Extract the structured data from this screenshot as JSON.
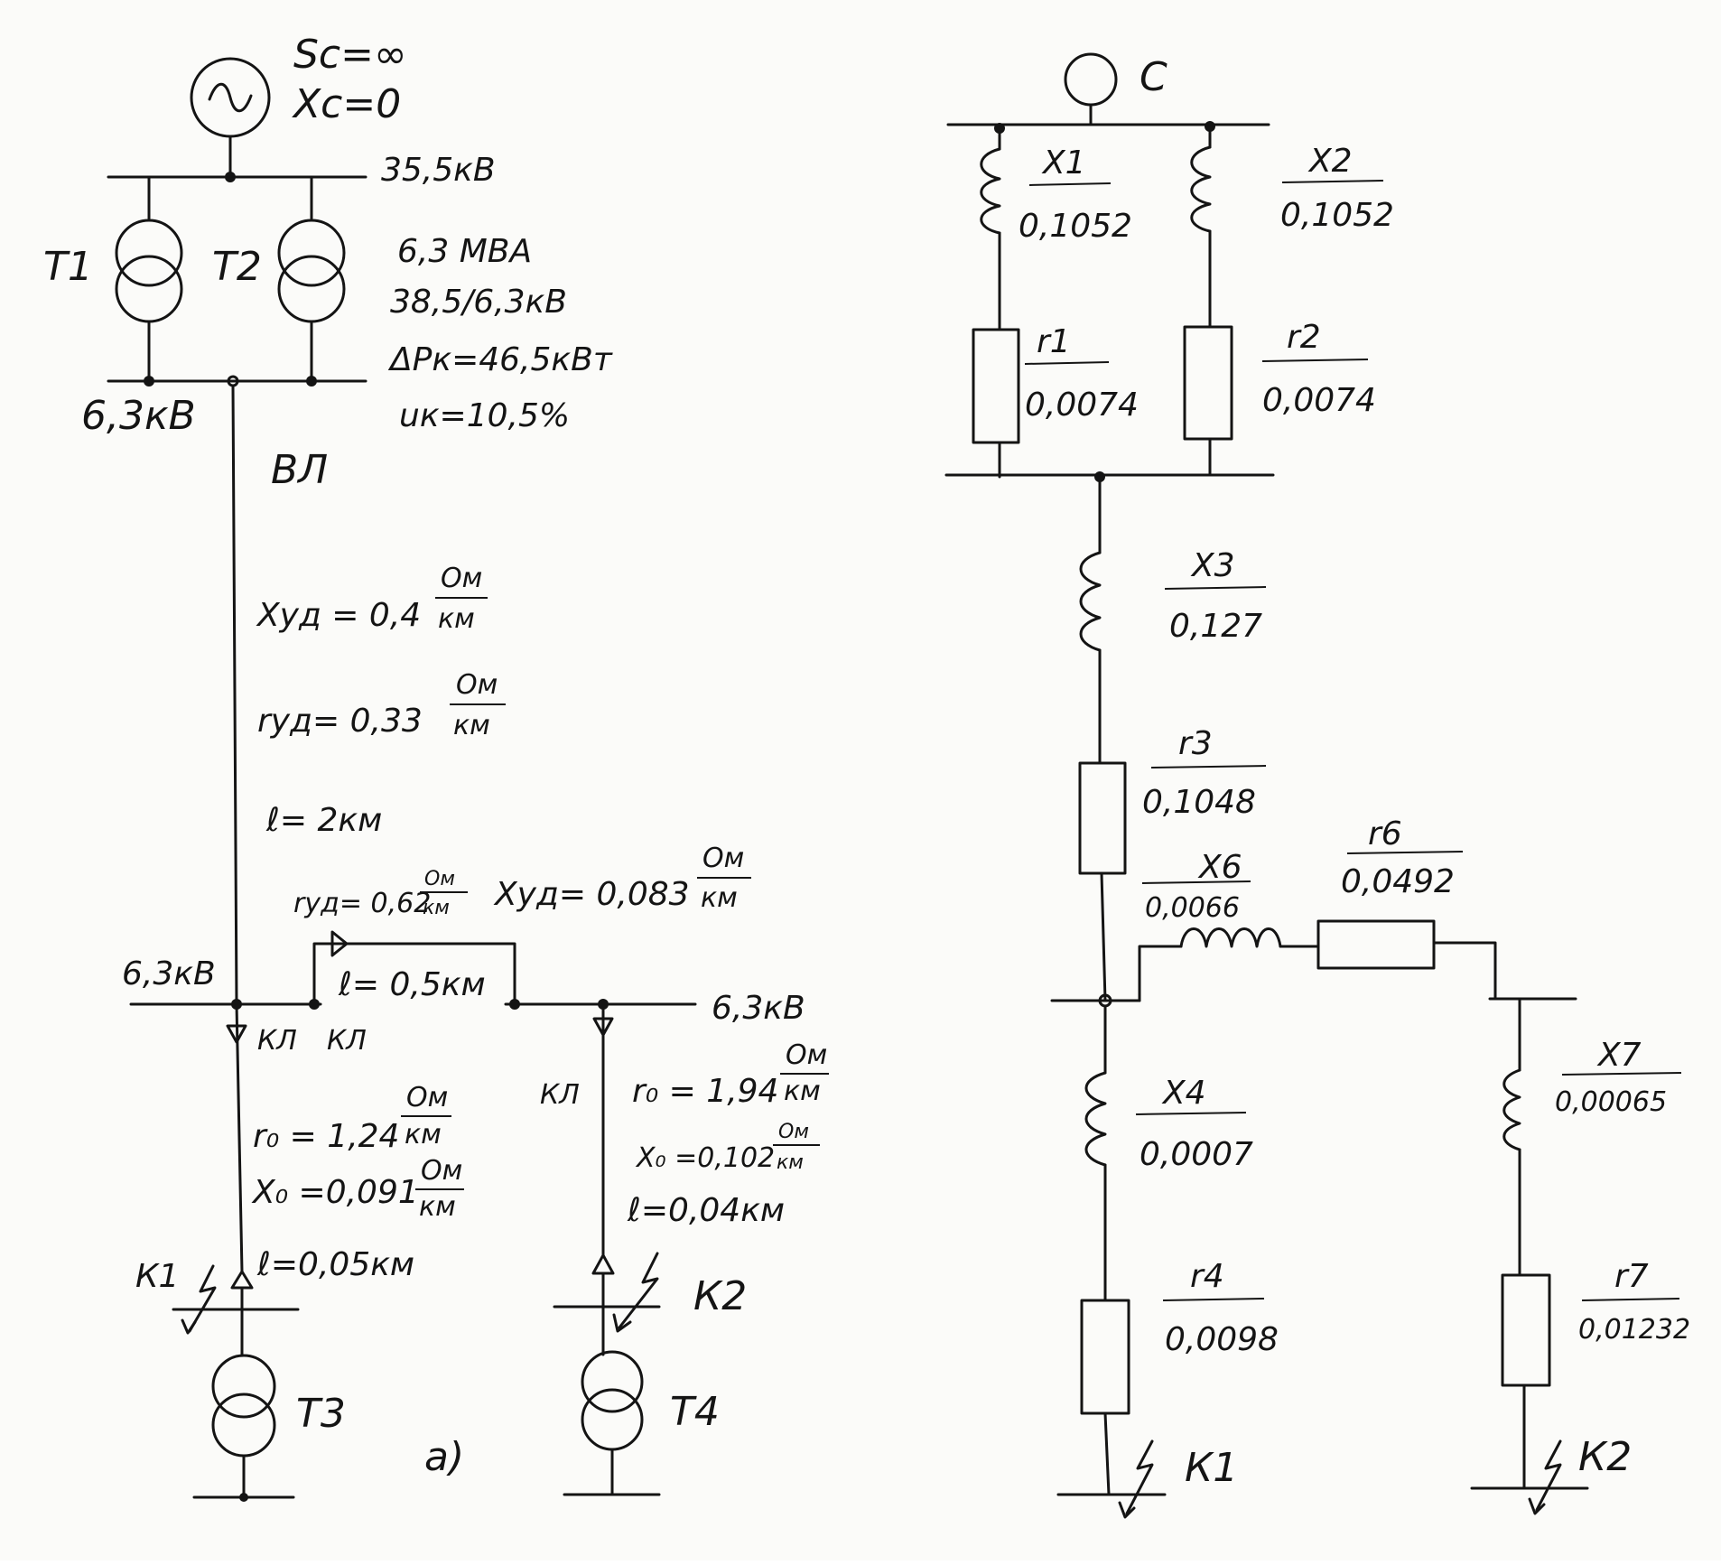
{
  "scheme_a": {
    "source": {
      "sc": "Sc=∞",
      "xc": "Xc=0"
    },
    "hv_bus_voltage": "35,5кВ",
    "transformers": {
      "t1": "T1",
      "t2": "T2",
      "rating": "6,3 МВА",
      "ratio": "38,5/6,3кВ",
      "dpk": "ΔPк=46,5кВт",
      "uk": "uк=10,5%"
    },
    "lv_bus_voltage": "6,3кВ",
    "overhead_line": {
      "label": "ВЛ",
      "x_ud": "Xуд = 0,4",
      "r_ud": "rуд= 0,33",
      "length": "ℓ= 2км",
      "unit_num": "Ом",
      "unit_den": "км"
    },
    "bus2_voltage": "6,3кВ",
    "cable_tie": {
      "r_ud": "rуд= 0,62",
      "x_ud": "Xуд= 0,083",
      "length": "ℓ= 0,5км",
      "unit_num": "Ом",
      "unit_den": "км"
    },
    "bus3_voltage": "6,3кВ",
    "kl_labels": [
      "КЛ",
      "КЛ",
      "КЛ"
    ],
    "cable1": {
      "r0": "r₀ = 1,24",
      "x0": "X₀ =0,091",
      "length": "ℓ=0,05км"
    },
    "cable2": {
      "r0": "r₀ = 1,94",
      "x0": "X₀ =0,102",
      "length": "ℓ=0,04км"
    },
    "k1": "К1",
    "k2": "К2",
    "t3": "Т3",
    "t4": "Т4",
    "fig_label": "а)"
  },
  "scheme_b": {
    "source": "С",
    "x1": {
      "name": "X1",
      "value": "0,1052"
    },
    "x2": {
      "name": "X2",
      "value": "0,1052"
    },
    "r1": {
      "name": "r1",
      "value": "0,0074"
    },
    "r2": {
      "name": "r2",
      "value": "0,0074"
    },
    "x3": {
      "name": "X3",
      "value": "0,127"
    },
    "r3": {
      "name": "r3",
      "value": "0,1048"
    },
    "x6": {
      "name": "X6",
      "value": "0,0066"
    },
    "r6": {
      "name": "r6",
      "value": "0,0492"
    },
    "x4": {
      "name": "X4",
      "value": "0,0007"
    },
    "r4": {
      "name": "r4",
      "value": "0,0098"
    },
    "x7": {
      "name": "X7",
      "value": "0,00065"
    },
    "r7": {
      "name": "r7",
      "value": "0,01232"
    },
    "k1": "К1",
    "k2": "К2"
  }
}
